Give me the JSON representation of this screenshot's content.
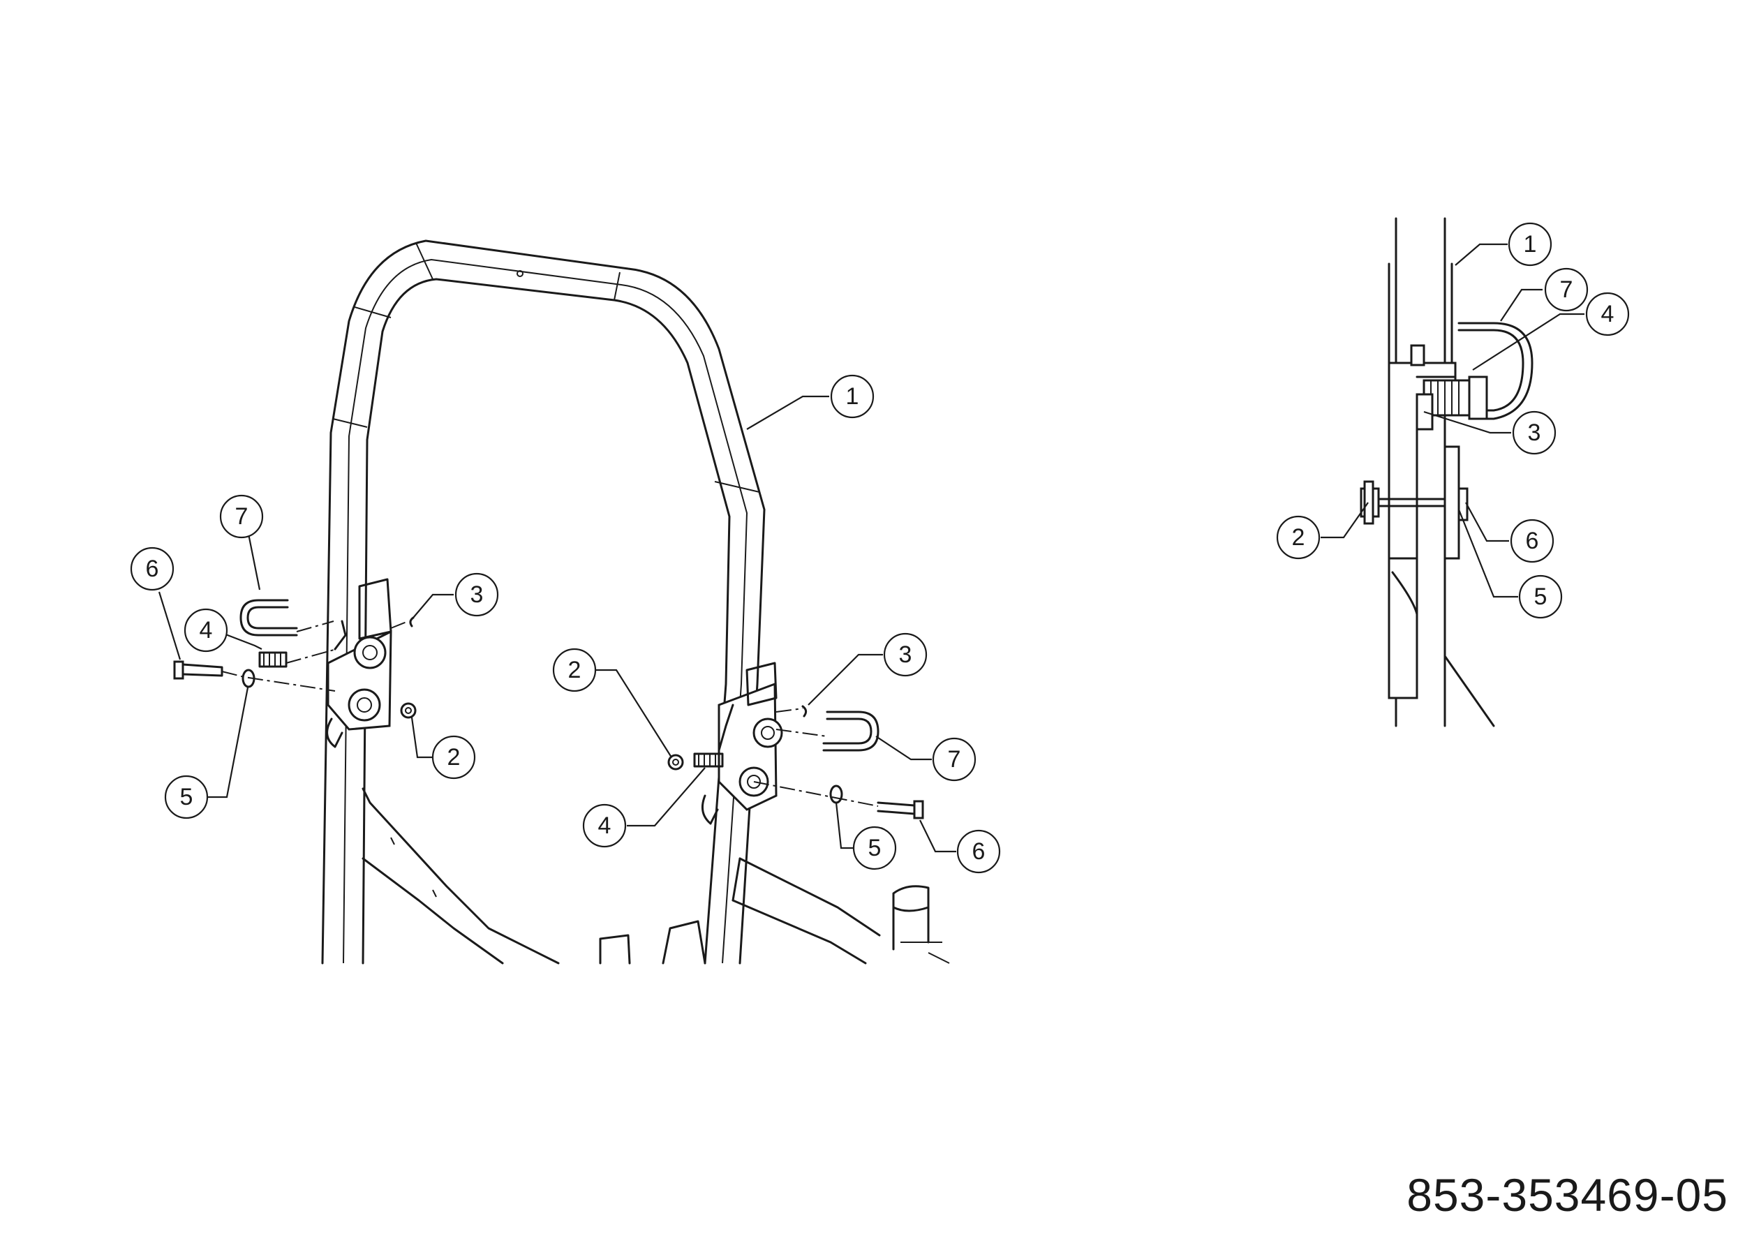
{
  "part_number": "853-353469-05",
  "callouts": {
    "main_left": [
      "7",
      "6",
      "4",
      "3",
      "2",
      "5"
    ],
    "main_right": [
      "1",
      "2",
      "3",
      "7",
      "4",
      "5",
      "6"
    ],
    "side_view": [
      "1",
      "7",
      "4",
      "3",
      "2",
      "6",
      "5"
    ]
  }
}
